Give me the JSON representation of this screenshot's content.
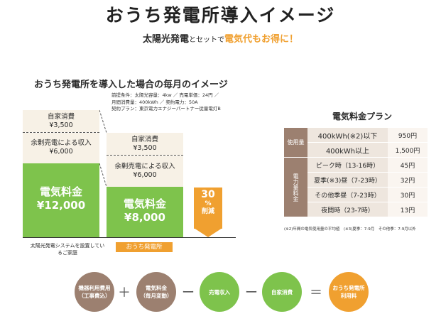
{
  "header": {
    "title": "おうち発電所導入イメージ",
    "subtitle_part1": "太陽光発電",
    "subtitle_part2": "とセットで",
    "subtitle_part3": "電気代もお得に！"
  },
  "chart": {
    "title": "おうち発電所を導入した場合の毎月のイメージ",
    "conditions": [
      "前提条件：太陽光容量：4kw ／ 売電単価：24円 ／",
      "月間消費量：400kWh ／ 契約電力：50A",
      "契約プラン：東京電力エナジーパートナー従量電灯B"
    ],
    "left_col": {
      "self_label": "自家消費",
      "self_value": "¥3,500",
      "sell_label": "余剰売電による収入",
      "sell_value": "¥6,000",
      "bill_label": "電気料金",
      "bill_value": "¥12,000",
      "caption": "太陽光発電システムを設置しているご家庭"
    },
    "right_col": {
      "self_label": "自家消費",
      "self_value": "¥3,500",
      "sell_label": "余剰売電による収入",
      "sell_value": "¥6,000",
      "bill_label": "電気料金",
      "bill_value": "¥8,000",
      "caption": "おうち発電所"
    },
    "reduction": {
      "value": "30",
      "unit": "%",
      "label": "削減"
    }
  },
  "plan": {
    "title": "電気料金プラン",
    "usage_side": "使用量",
    "rate_side": "電力量料金",
    "usage_rows": [
      {
        "label": "400kWh(※2)以下",
        "value": "950円"
      },
      {
        "label": "400kWh以上",
        "value": "1,500円"
      }
    ],
    "rate_rows": [
      {
        "label": "ピーク時（13-16時）",
        "value": "45円"
      },
      {
        "label": "夏季(※3)昼（7-23時）",
        "value": "32円"
      },
      {
        "label": "その他季昼（7-23時）",
        "value": "30円"
      },
      {
        "label": "夜間時（23-7時）",
        "value": "13円"
      }
    ],
    "note": "(※2)年間の電気使用量の平均値　(※3)夏季：7-9月　その他季：7-9月以外"
  },
  "formula": {
    "items": [
      {
        "line1": "機器利用費用",
        "line2": "（工事費込）",
        "color": "#9c8070"
      },
      {
        "line1": "電気料金",
        "line2": "（毎月変動）",
        "color": "#9c8070"
      },
      {
        "line1": "売電収入",
        "line2": "",
        "color": "#7ec34c"
      },
      {
        "line1": "自家消費",
        "line2": "",
        "color": "#7ec34c"
      },
      {
        "line1": "おうち発電所",
        "line2": "利用料",
        "color": "#f0a030"
      }
    ],
    "ops": [
      "＋",
      "ー",
      "ー",
      "＝"
    ]
  }
}
